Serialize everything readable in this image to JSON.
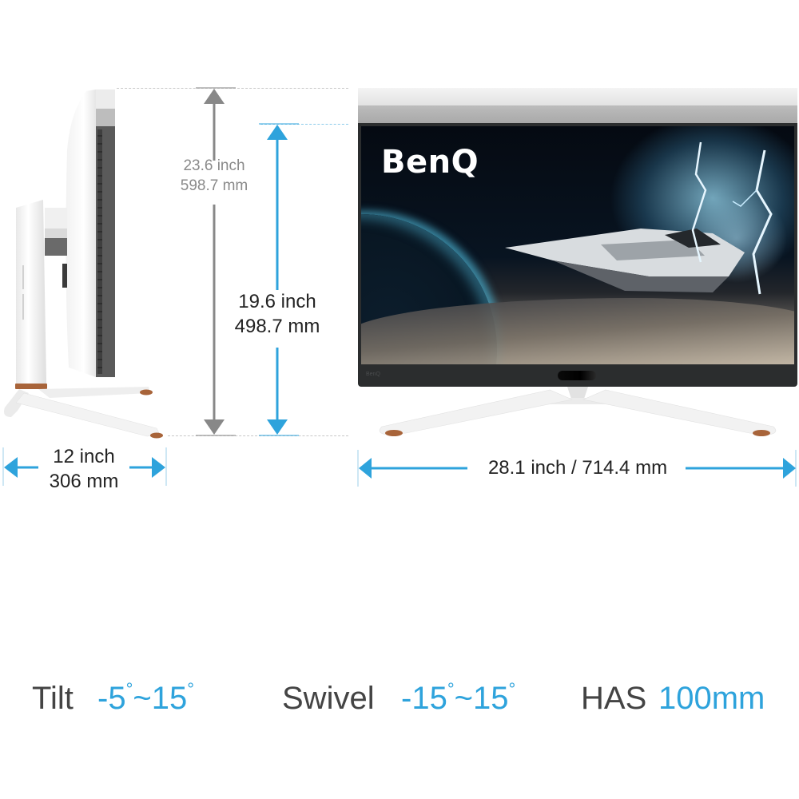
{
  "brand": {
    "logo_text": "BenQ",
    "bezel_logo_text": "BenQ"
  },
  "colors": {
    "accent_blue": "#2ea3dc",
    "dimension_gray": "#8a8a8a",
    "text_dark": "#222222",
    "label_gray": "#444444",
    "copper": "#a8643a"
  },
  "dimensions": {
    "total_height": {
      "inch": "23.6 inch",
      "mm": "598.7 mm"
    },
    "min_height": {
      "inch": "19.6 inch",
      "mm": "498.7 mm"
    },
    "depth": {
      "inch": "12 inch",
      "mm": "306 mm"
    },
    "width": {
      "label": "28.1 inch / 714.4 mm"
    }
  },
  "specs": [
    {
      "label": "Tilt",
      "value": "-5",
      "value2": "~15",
      "deg": "°"
    },
    {
      "label": "Swivel",
      "value": "-15",
      "value2": "~15",
      "deg": "°"
    },
    {
      "label": "HAS",
      "value": "100mm"
    }
  ],
  "icons": {
    "arrow_up": "arrow-up-icon",
    "arrow_down": "arrow-down-icon",
    "arrow_left": "arrow-left-icon",
    "arrow_right": "arrow-right-icon"
  }
}
